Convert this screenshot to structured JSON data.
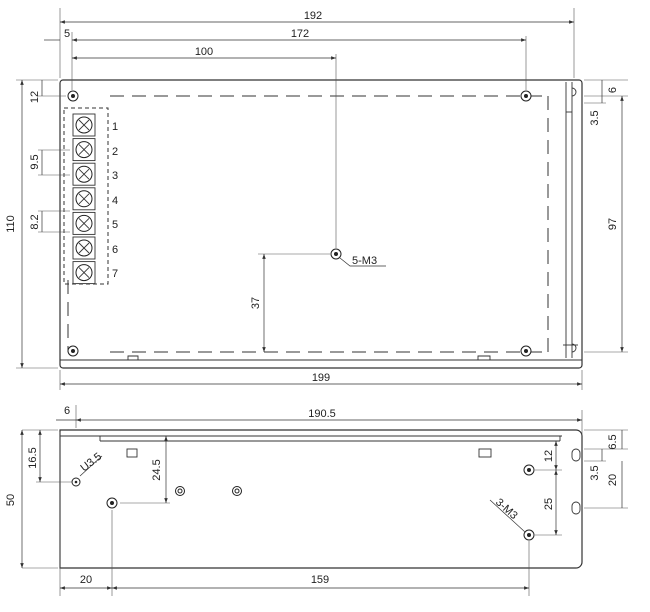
{
  "top_view": {
    "dims": {
      "overall_width": "192",
      "left_offset": "5",
      "hole_span": "172",
      "center_hole": "100",
      "top_margin": "12",
      "terminal_pitch_a": "9.5",
      "terminal_pitch_b": "8.2",
      "height": "110",
      "center_hole_height": "37",
      "base_width": "199",
      "right_inset": "6",
      "right_small": "3.5",
      "right_height": "97"
    },
    "terminals": [
      "1",
      "2",
      "3",
      "4",
      "5",
      "6",
      "7"
    ],
    "callout": "5-M3"
  },
  "side_view": {
    "dims": {
      "left_offset": "6",
      "overall_length": "190.5",
      "slot_height": "16.5",
      "slot_label": "U3.5",
      "height": "50",
      "hole_height": "24.5",
      "bottom_left": "20",
      "hole_span": "159",
      "right_top": "12",
      "right_spacing": "25",
      "right_top_outer": "6.5",
      "right_slot": "3.5",
      "right_mid": "20"
    },
    "callout": "3-M3"
  }
}
